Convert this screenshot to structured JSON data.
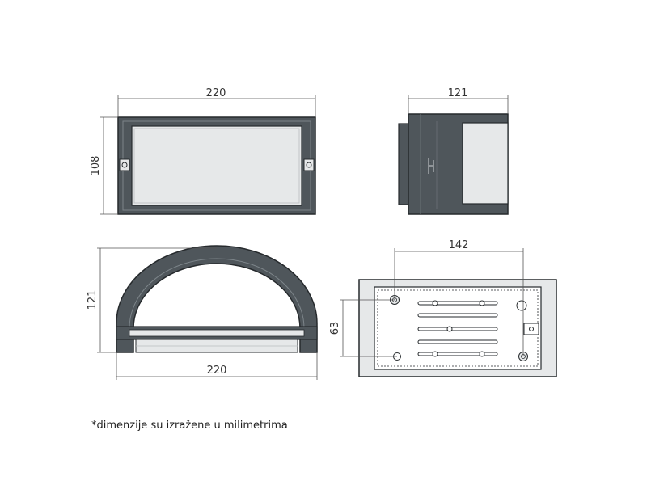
{
  "dimensions": {
    "front_width": "220",
    "front_height": "108",
    "side_depth": "121",
    "arc_height": "121",
    "arc_width": "220",
    "back_hole_spacing": "142",
    "back_hole_vertical": "63"
  },
  "note": "*dimenzije su izražene u milimetrima",
  "colors": {
    "body": "#4f565b",
    "panel": "#e6e8e9",
    "line": "#555555",
    "stroke": "#262a2d"
  }
}
